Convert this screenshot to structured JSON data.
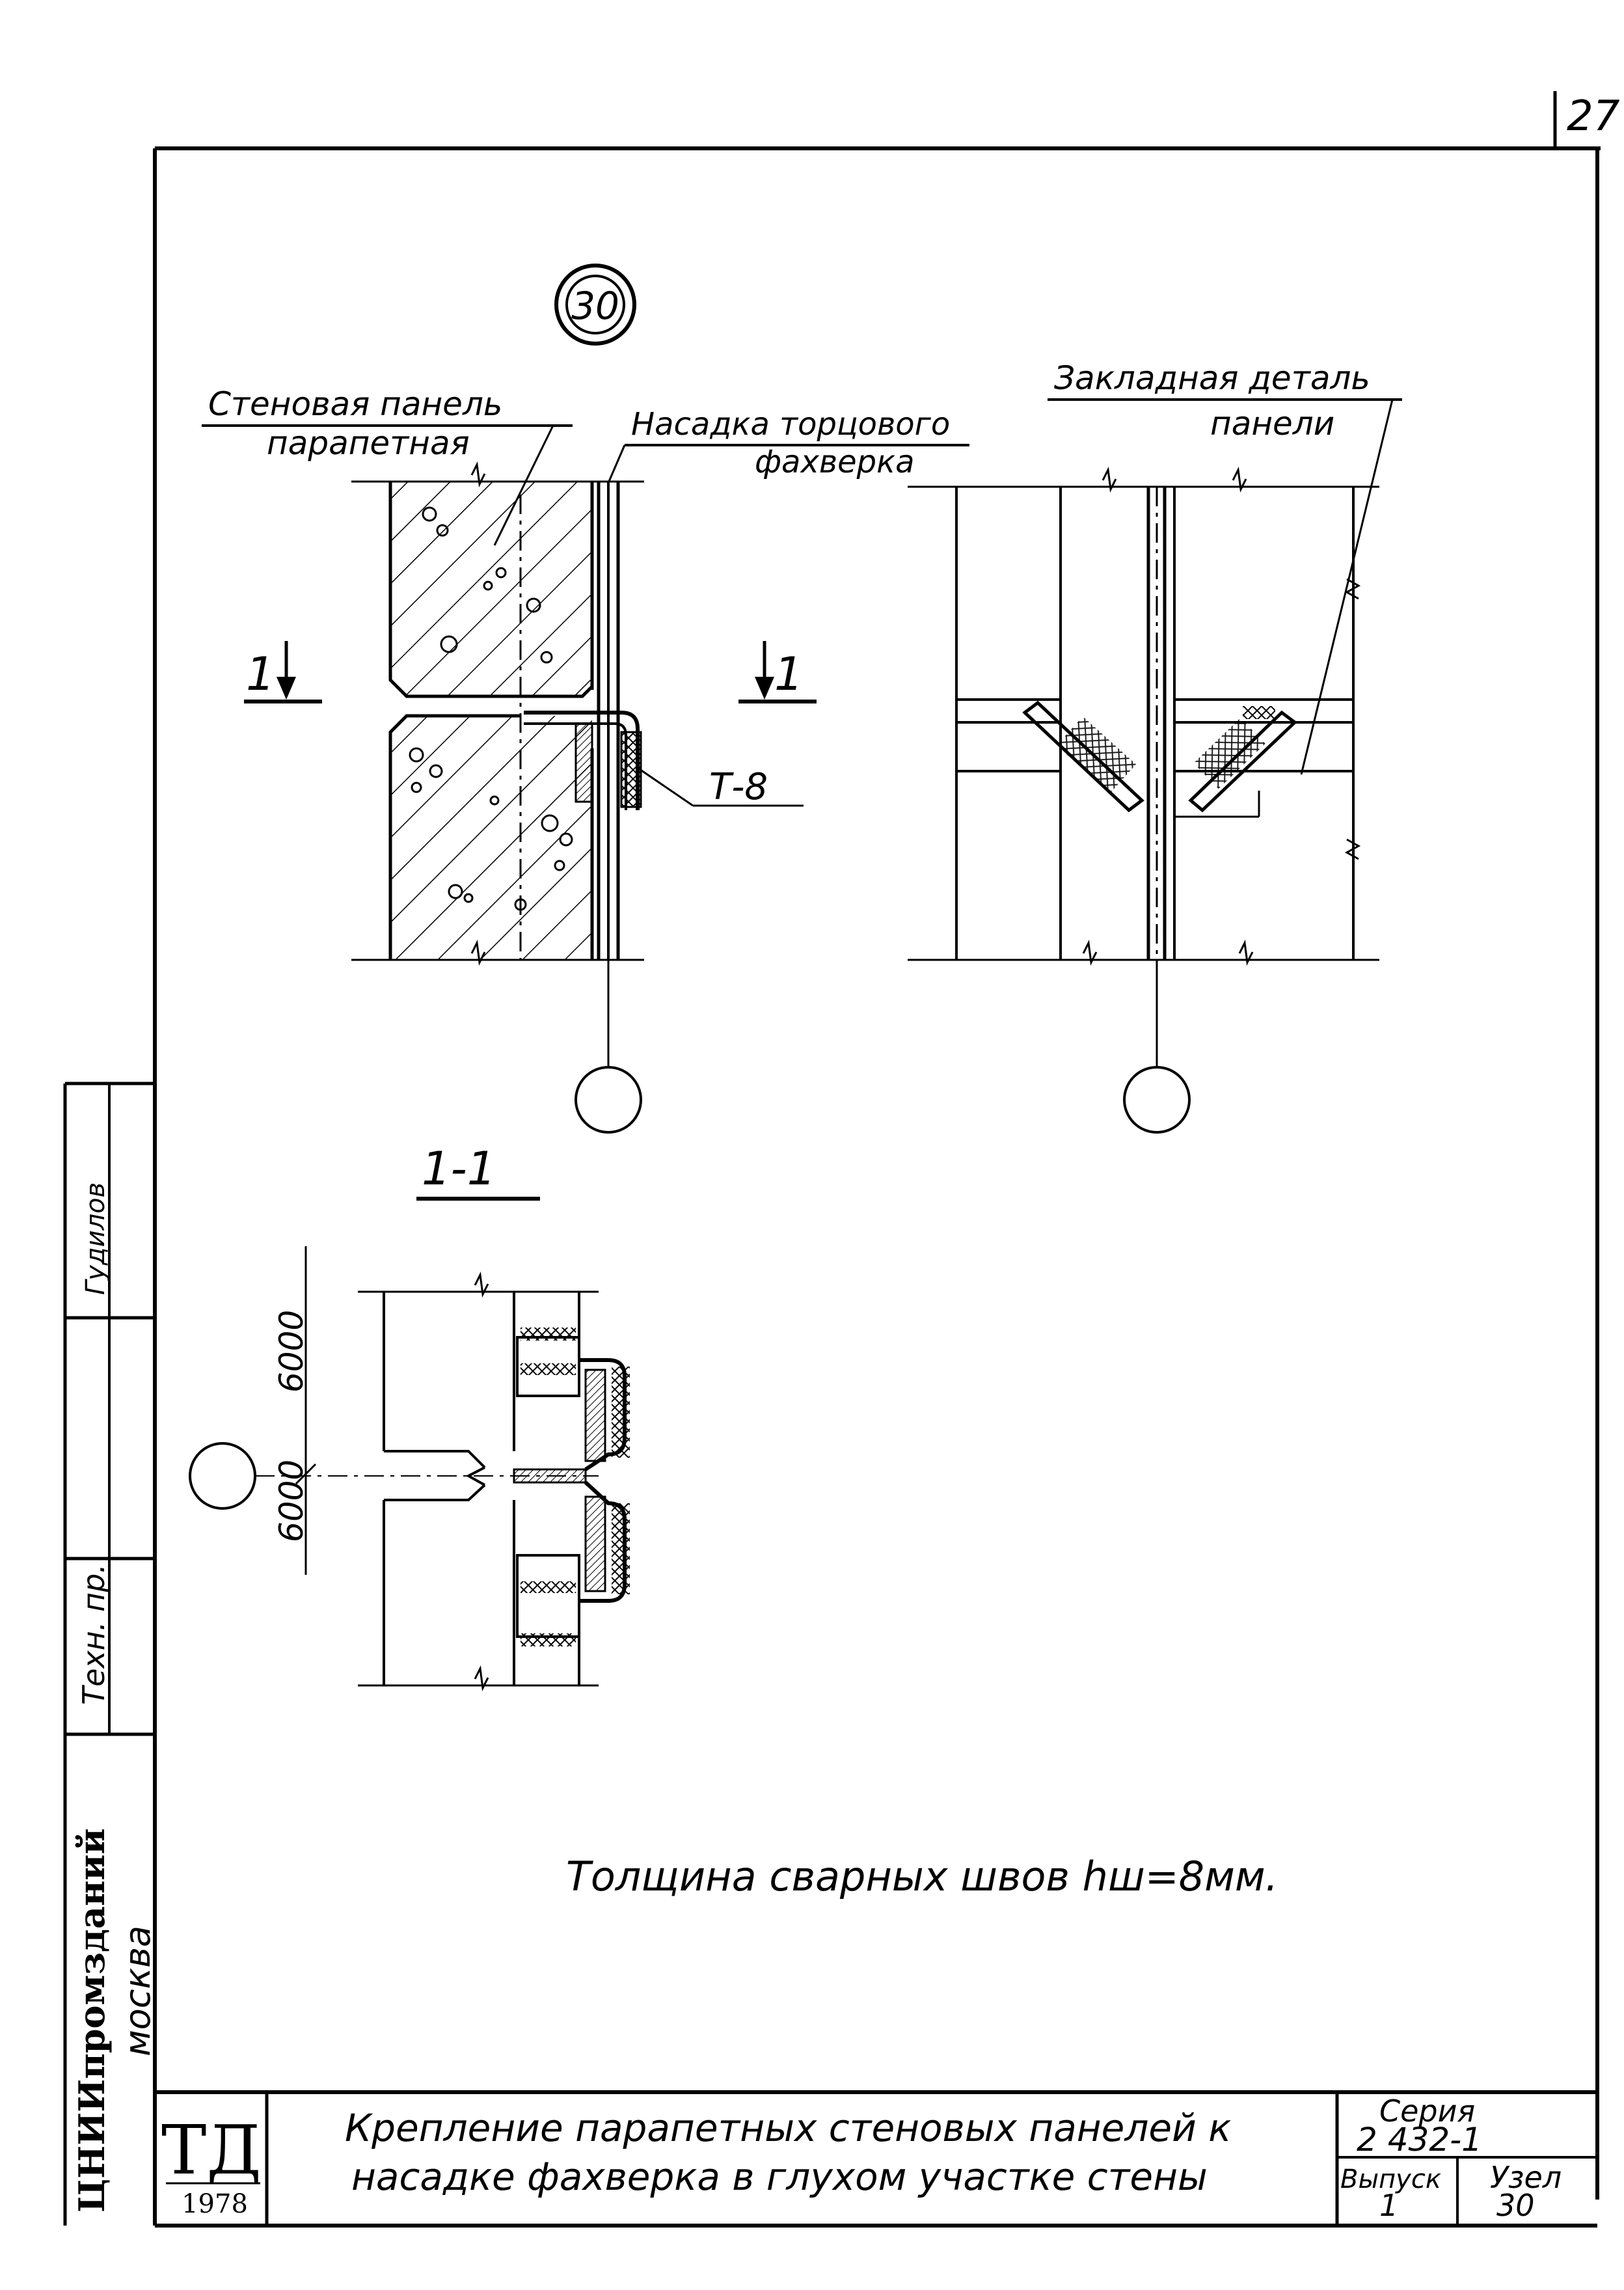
{
  "page_number": "27",
  "node_marker": "30",
  "labels": {
    "wall_panel_line1": "Стеновая панель",
    "wall_panel_line2": "парапетная",
    "nozzle_line1": "Насадка торцового",
    "nozzle_line2": "фахверка",
    "embedded_line1": "Закладная деталь",
    "embedded_line2": "панели",
    "section_mark_left": "1",
    "section_mark_right": "1",
    "weld_mark": "Т-8",
    "section_title": "1-1",
    "dim_top": "6000",
    "dim_bottom": "6000"
  },
  "note": "Толщина сварных швов hш=8мм.",
  "side_stamp": {
    "col1": "ЦНИИпромзданий",
    "col2": "москва",
    "col3": "Техн. пр.",
    "col4": "Гудилов"
  },
  "title_block": {
    "logo": "ТД",
    "year": "1978",
    "title_line1": "Крепление парапетных стеновых панелей к",
    "title_line2": "насадке фахверка в глухом участке стены",
    "series_label": "Серия",
    "series_value": "2 432-1",
    "issue_label": "Выпуск",
    "issue_value": "1",
    "node_label": "Узел",
    "node_value": "30"
  }
}
